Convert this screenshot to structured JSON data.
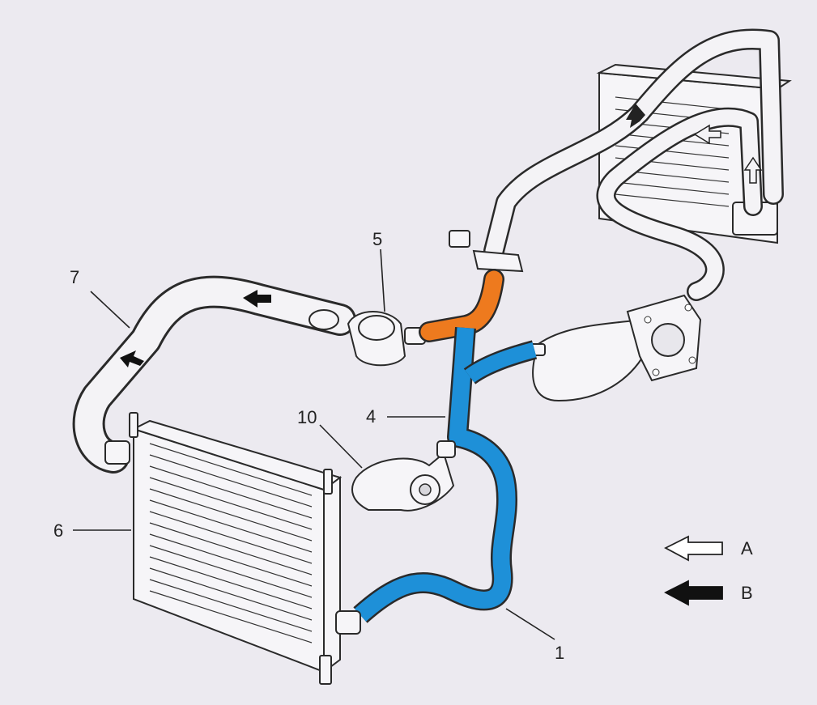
{
  "labels": {
    "l1": "1",
    "l4": "4",
    "l5": "5",
    "l6": "6",
    "l7": "7",
    "l10": "10"
  },
  "legend": {
    "a": "A",
    "b": "B"
  },
  "colors": {
    "background": "#eceaf0",
    "return_hose": "#1e90d8",
    "feed_hose": "#ee7a1e",
    "outline": "#2a2a2a",
    "arrow_solid": "#111111"
  },
  "icons": {
    "legend_a": "hollow-arrow-left-icon",
    "legend_b": "solid-arrow-left-icon"
  }
}
